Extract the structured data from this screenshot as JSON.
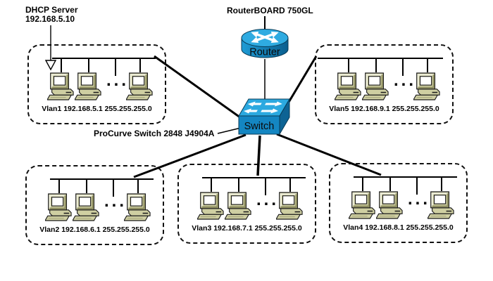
{
  "dhcp_label": {
    "line1": "DHCP Server",
    "line2": "192.168.5.10"
  },
  "router": {
    "caption": "RouterBOARD 750GL",
    "label": "Router"
  },
  "switch": {
    "caption": "ProCurve Switch 2848 J4904A",
    "label": "Switch"
  },
  "more_indicator": "...",
  "vlans": [
    {
      "label": "Vlan1 192.168.5.1 255.255.255.0"
    },
    {
      "label": "Vlan5 192.168.9.1 255.255.255.0"
    },
    {
      "label": "Vlan2 192.168.6.1 255.255.255.0"
    },
    {
      "label": "Vlan3 192.168.7.1 255.255.255.0"
    },
    {
      "label": "Vlan4 192.168.8.1 255.255.255.0"
    }
  ],
  "colors": {
    "router_top": "#2FABE1",
    "router_body": "#1486BE",
    "switch_top": "#2BA9E0",
    "switch_front": "#1486C2",
    "switch_side": "#0D6394",
    "computer_body": "#CFCFA2",
    "computer_highlight": "#EDEDD8",
    "computer_shadow": "#8F8F62",
    "line": "#000000",
    "background": "#FFFFFF"
  }
}
